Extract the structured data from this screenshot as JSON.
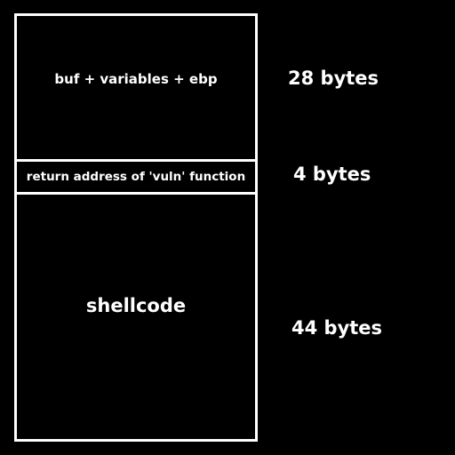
{
  "segments": [
    {
      "label": "buf + variables + ebp",
      "size": "28 bytes"
    },
    {
      "label": "return address of 'vuln' function",
      "size": "4 bytes"
    },
    {
      "label": "shellcode",
      "size": "44 bytes"
    }
  ],
  "colors": {
    "background": "#000000",
    "foreground": "#ffffff"
  }
}
